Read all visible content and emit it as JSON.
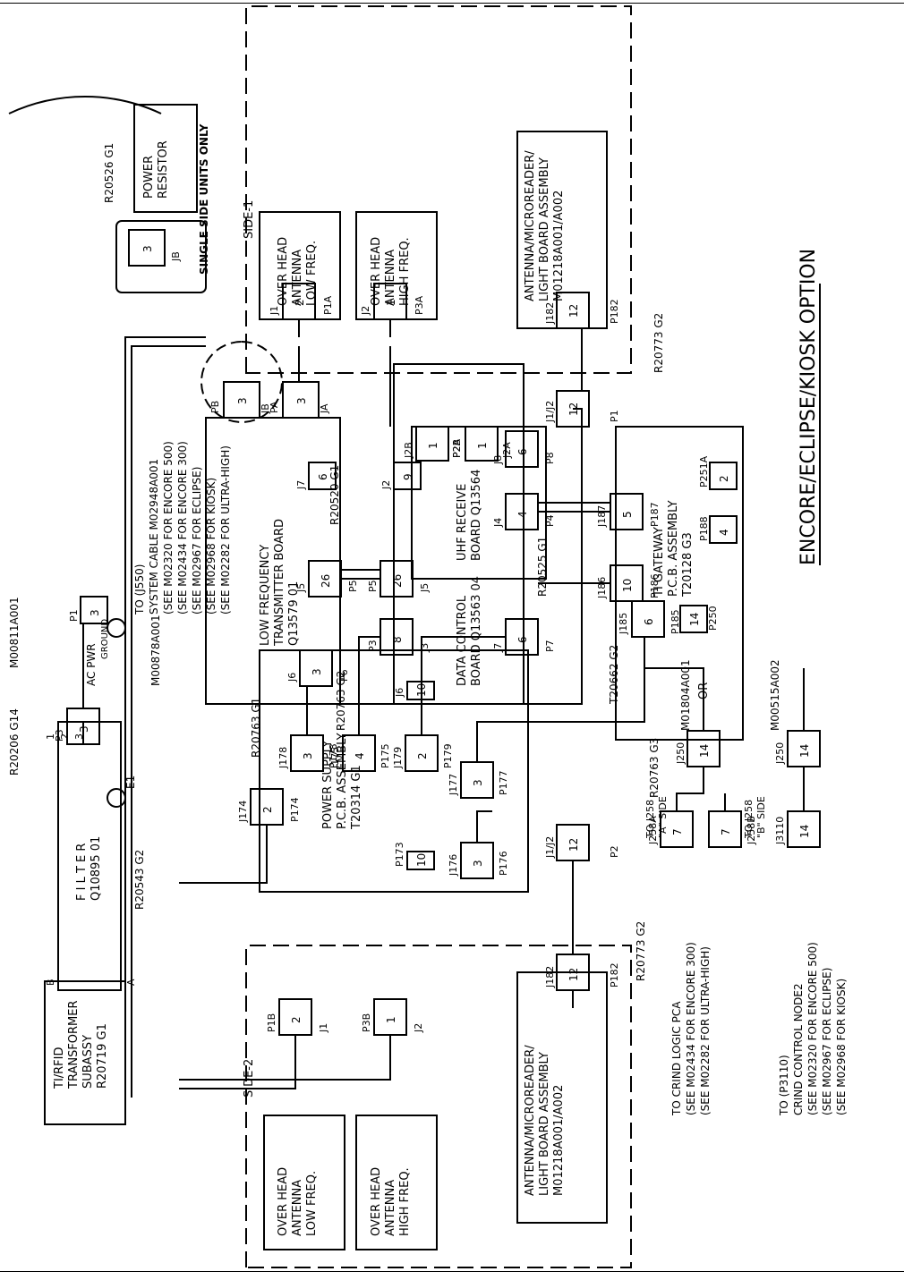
{
  "title": "ENCORE/ECLIPSE/KIOSK OPTION",
  "notes": {
    "single_side": "SINGLE SIDE UNITS ONLY",
    "side1": "SIDE-1",
    "side2": "SIDE-2",
    "or": "OR"
  },
  "boxes": {
    "power_resistor": [
      "POWER",
      "RESISTOR"
    ],
    "oh_low_1": [
      "OVER HEAD",
      "ANTENNA",
      "LOW FREQ."
    ],
    "oh_high_1": [
      "OVER HEAD",
      "ANTENNA",
      "HIGH FREQ."
    ],
    "ant1": [
      "ANTENNA/MICROREADER/",
      "LIGHT BOARD ASSEMBLY",
      "M01218A001/A002"
    ],
    "lf_tx": [
      "LOW FREQUENCY",
      "TRANSMITTER BOARD",
      "Q13579 01"
    ],
    "uhf_rx": [
      "UHF RECEIVE",
      "BOARD Q13564"
    ],
    "data_ctrl": [
      "DATA CONTROL",
      "BOARD Q13563 04"
    ],
    "gateway": [
      "TI GATEWAY",
      "P.C.B. ASSEMBLY",
      "T20128 G3"
    ],
    "psu": [
      "POWER SUPPLY",
      "P.C.B. ASSEMBLY",
      "T20314 G1"
    ],
    "filter": [
      "F I L T E R",
      "Q10895 01"
    ],
    "transformer": [
      "TI/RFID",
      "TRANSFORMER",
      "SUBASSY",
      "R20719 G1"
    ],
    "oh_low_2": [
      "OVER HEAD",
      "ANTENNA",
      "LOW FREQ."
    ],
    "oh_high_2": [
      "OVER HEAD",
      "ANTENNA",
      "HIGH FREQ."
    ],
    "ant2": [
      "ANTENNA/MICROREADER/",
      "LIGHT BOARD ASSEMBLY",
      "M01218A001/A002"
    ]
  },
  "references": {
    "r20526": "R20526 G1",
    "r20773_top": "R20773 G2",
    "r20773_bot": "R20773 G2",
    "r20520": "R20520 G1",
    "r20525": "R20525 G1",
    "r20763_a": "R20763 G2",
    "r20763_b": "R20763 G1",
    "r20763_c": "R20763 G3",
    "t20662": "T20662 G2",
    "m01804": "M01804A001",
    "m00515": "M00515A002",
    "m00878": "M00878A001",
    "m00811": "M00811A001",
    "r20206": "R20206 G14",
    "r20543": "R20543 G2",
    "ac_pwr": "AC PWR",
    "ground": "GROUND",
    "e1": "E1"
  },
  "system_cable": {
    "lines": [
      "TO (J550)",
      "SYSTEM CABLE M02948A001",
      "(SEE M02320 FOR ENCORE 500)",
      "(SEE M02434 FOR ENCORE 300)",
      "(SEE M02967 FOR ECLIPSE)",
      "(SEE M02968 FOR KIOSK)",
      "(SEE M02282 FOR ULTRA-HIGH)"
    ]
  },
  "crind_logic": {
    "lines": [
      "TO CRIND LOGIC PCA",
      "(SEE M02434 FOR ENCORE 300)",
      "(SEE M02282 FOR ULTRA-HIGH)"
    ],
    "side_a": [
      "TO J258",
      "\"A\" SIDE"
    ],
    "side_b": [
      "TO J258",
      "\"B\" SIDE"
    ]
  },
  "crind_control": {
    "lines": [
      "TO (P3110)",
      "CRIND CONTROL NODE2",
      "(SEE M02320 FOR ENCORE 500)",
      "(SEE M02967 FOR ECLIPSE)",
      "(SEE M02968 FOR KIOSK)"
    ]
  },
  "connectors": [
    {
      "id": "jb_top",
      "label": "JB",
      "num": "3"
    },
    {
      "id": "p1a",
      "label": "P1A",
      "num": "2",
      "j": "J1"
    },
    {
      "id": "p3a",
      "label": "P3A",
      "num": "1",
      "j": "J2"
    },
    {
      "id": "j182_t",
      "label": "J182",
      "num": "12",
      "p": "P182"
    },
    {
      "id": "j1j2_t",
      "label": "J1/J2",
      "num": "12",
      "p": "P1"
    },
    {
      "id": "jb_lf",
      "label": "JB",
      "p": "PB",
      "num": "3"
    },
    {
      "id": "ja_lf",
      "label": "JA",
      "p": "PA",
      "num": "3"
    },
    {
      "id": "j7_lf",
      "label": "J7",
      "num": "6"
    },
    {
      "id": "j5_lf",
      "label": "J5",
      "p": "P5",
      "num": "26"
    },
    {
      "id": "j6_lf",
      "label": "J6",
      "p": "P6",
      "num": "3"
    },
    {
      "id": "j2b",
      "label": "J2B",
      "p": "P2B",
      "num": "1"
    },
    {
      "id": "j2a",
      "label": "J2A",
      "p": "P2A",
      "num": "1"
    },
    {
      "id": "j2_uhf",
      "label": "J2",
      "num": "9"
    },
    {
      "id": "p5_uhf",
      "label": "P5",
      "j": "J5",
      "num": "26"
    },
    {
      "id": "j8",
      "label": "J8",
      "p": "P8",
      "num": "6"
    },
    {
      "id": "j4",
      "label": "J4",
      "p": "P4",
      "num": "4"
    },
    {
      "id": "p3_dc",
      "label": "P3",
      "j": "J3",
      "num": "8"
    },
    {
      "id": "j7_dc",
      "label": "J7",
      "p": "P7",
      "num": "6"
    },
    {
      "id": "j6_dc",
      "label": "J6",
      "num": "10"
    },
    {
      "id": "j187",
      "label": "J187",
      "p": "P187",
      "num": "5"
    },
    {
      "id": "j186",
      "label": "J186",
      "p": "P186",
      "num": "10"
    },
    {
      "id": "j185",
      "label": "J185",
      "p": "P185",
      "num": "6"
    },
    {
      "id": "p250",
      "label": "P250",
      "num": "14"
    },
    {
      "id": "p251a",
      "label": "P251A",
      "num": "2"
    },
    {
      "id": "p188",
      "label": "P188",
      "num": "4"
    },
    {
      "id": "j178",
      "label": "J178",
      "p": "P178",
      "num": "3"
    },
    {
      "id": "j175",
      "label": "J175",
      "p": "P175",
      "num": "4"
    },
    {
      "id": "j179",
      "label": "J179",
      "p": "P179",
      "num": "2"
    },
    {
      "id": "j177",
      "label": "J177",
      "p": "P177",
      "num": "3"
    },
    {
      "id": "j176",
      "label": "J176",
      "p": "P176",
      "num": "3"
    },
    {
      "id": "p173",
      "label": "P173",
      "num": "10"
    },
    {
      "id": "j174",
      "label": "J174",
      "p": "P174",
      "num": "2"
    },
    {
      "id": "j1j2_b",
      "label": "J1/J2",
      "p": "P2",
      "num": "12"
    },
    {
      "id": "j182_b",
      "label": "J182",
      "p": "P182",
      "num": "12"
    },
    {
      "id": "p1b",
      "label": "P1B",
      "j": "J1",
      "num": "2"
    },
    {
      "id": "p3b",
      "label": "P3B",
      "j": "J2",
      "num": "1"
    },
    {
      "id": "p3_ac",
      "label": "P3",
      "num": "3"
    },
    {
      "id": "p1_ac",
      "label": "P1",
      "num": "3"
    },
    {
      "id": "j250",
      "label": "J250",
      "num": "14"
    },
    {
      "id": "j258a",
      "label": "J258A",
      "num": "7"
    },
    {
      "id": "j258b",
      "label": "J258B",
      "num": "7"
    },
    {
      "id": "j3110",
      "label": "J3110",
      "num": "14"
    },
    {
      "id": "j250b",
      "label": "J250",
      "num": "14"
    }
  ],
  "filter_pins": {
    "b": "B",
    "a": "A",
    "one": "1",
    "two": "2",
    "three": "3"
  }
}
